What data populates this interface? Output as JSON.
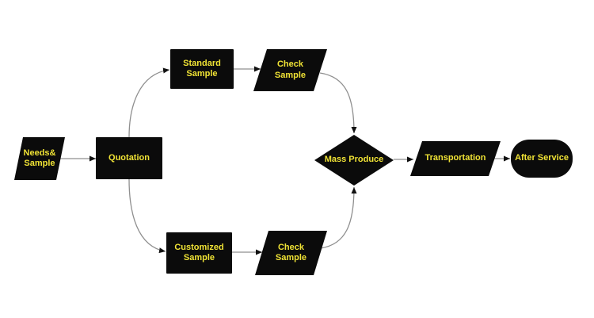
{
  "diagram": {
    "type": "flowchart",
    "background": "#ffffff"
  },
  "colors": {
    "node_fill": "#0b0b0b",
    "label_text": "#f0e335",
    "connector": "#8f8f8f",
    "arrowhead": "#111111"
  },
  "nodes": {
    "needs_sample": {
      "label": "Needs&\nSample",
      "shape": "parallelogram"
    },
    "quotation": {
      "label": "Quotation",
      "shape": "rectangle"
    },
    "standard_sample": {
      "label": "Standard\nSample",
      "shape": "rectangle"
    },
    "check_sample_top": {
      "label": "Check\nSample",
      "shape": "parallelogram"
    },
    "customized_sample": {
      "label": "Customized\nSample",
      "shape": "rectangle"
    },
    "check_sample_bottom": {
      "label": "Check\nSample",
      "shape": "parallelogram"
    },
    "mass_produce": {
      "label": "Mass Produce",
      "shape": "diamond"
    },
    "transportation": {
      "label": "Transportation",
      "shape": "parallelogram"
    },
    "after_service": {
      "label": "After Service",
      "shape": "stadium"
    }
  },
  "edges": [
    {
      "from": "needs_sample",
      "to": "quotation"
    },
    {
      "from": "quotation",
      "to": "standard_sample"
    },
    {
      "from": "standard_sample",
      "to": "check_sample_top"
    },
    {
      "from": "check_sample_top",
      "to": "mass_produce"
    },
    {
      "from": "quotation",
      "to": "customized_sample"
    },
    {
      "from": "customized_sample",
      "to": "check_sample_bottom"
    },
    {
      "from": "check_sample_bottom",
      "to": "mass_produce"
    },
    {
      "from": "mass_produce",
      "to": "transportation"
    },
    {
      "from": "transportation",
      "to": "after_service"
    }
  ]
}
